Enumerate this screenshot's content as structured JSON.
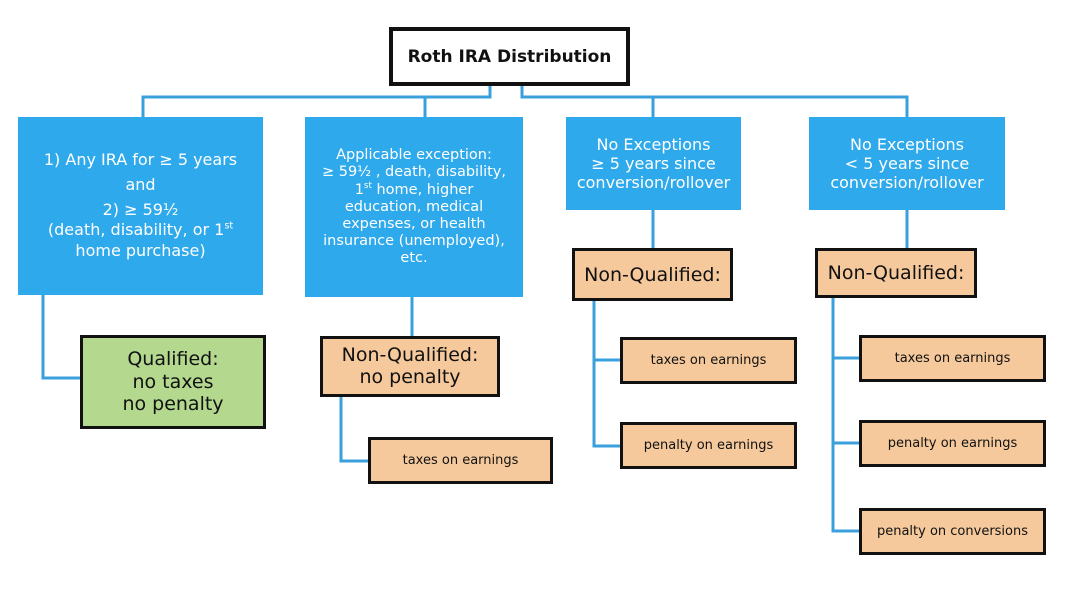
{
  "colors": {
    "blue": "#2ea9ec",
    "line": "#3aa0dc",
    "tan": "#f5c99b",
    "green": "#b3d88e",
    "border": "#111111"
  },
  "root": {
    "title": "Roth IRA Distribution"
  },
  "branches": [
    {
      "lines": [
        "1) Any IRA for ≥ 5 years",
        "and",
        "2) ≥ 59½",
        "(death, disability, or 1st",
        "home purchase)"
      ],
      "result": {
        "title": "Qualified:",
        "lines": [
          "no taxes",
          "no penalty"
        ]
      }
    },
    {
      "lines": [
        "Applicable exception:",
        "≥ 59½ , death, disability,",
        "1st home, higher",
        "education, medical",
        "expenses, or health",
        "insurance (unemployed),",
        "etc."
      ],
      "result": {
        "title": "Non-Qualified:",
        "subtitle": "no penalty"
      },
      "consequences": [
        "taxes on earnings"
      ]
    },
    {
      "lines": [
        "No Exceptions",
        "≥ 5 years since",
        "conversion/rollover"
      ],
      "result": {
        "title": "Non-Qualified:"
      },
      "consequences": [
        "taxes on earnings",
        "penalty on earnings"
      ]
    },
    {
      "lines": [
        "No Exceptions",
        "< 5 years since",
        "conversion/rollover"
      ],
      "result": {
        "title": "Non-Qualified:"
      },
      "consequences": [
        "taxes on earnings",
        "penalty on earnings",
        "penalty on conversions"
      ]
    }
  ]
}
